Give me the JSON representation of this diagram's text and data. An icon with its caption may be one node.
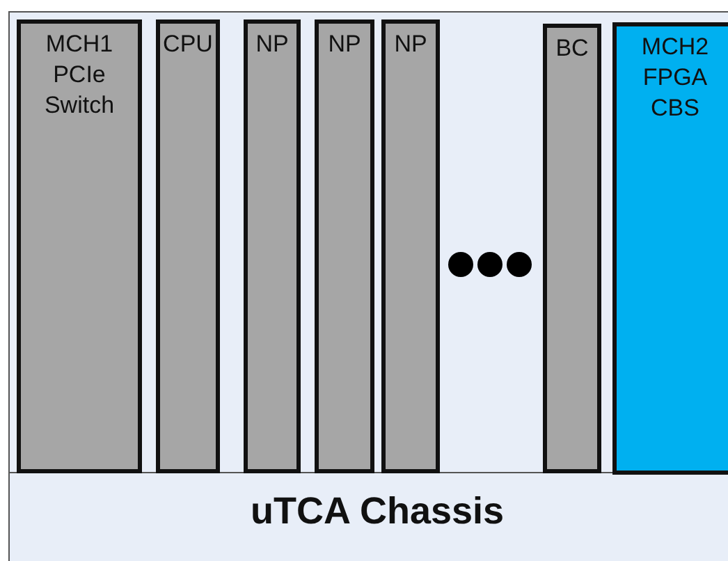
{
  "diagram": {
    "nodes": [
      {
        "text": [
          "uTCA Chassis"
        ]
      },
      {
        "text": [
          "MCH1 PCIe Switch"
        ],
        "in": 0
      },
      {
        "text": [
          "CPU"
        ],
        "in": 0
      },
      {
        "text": [
          "NP"
        ],
        "in": 0
      },
      {
        "text": [
          "NP"
        ],
        "in": 0
      },
      {
        "text": [
          "NP"
        ],
        "in": 0
      },
      {
        "text": [
          "BC"
        ],
        "in": 0
      },
      {
        "text": [
          "MCH2 FPGA CBS"
        ],
        "in": 0
      }
    ]
  }
}
